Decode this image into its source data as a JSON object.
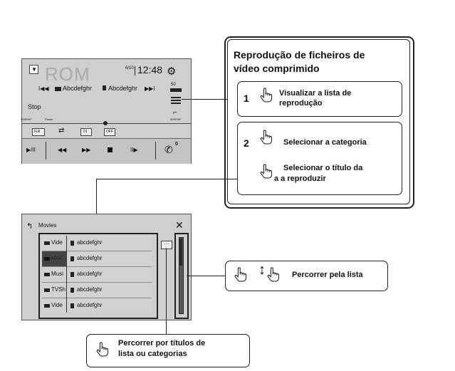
{
  "player": {
    "source_bg": "ROM",
    "track_counter": "6/10",
    "clock": "12:48",
    "track_line": "Abcdefghr",
    "track_line2": "Abcdefghr",
    "status": "Stop",
    "eq_label": "50",
    "time_left": "9999'99\"",
    "pause_label": "Pause",
    "time_right": "9999'99\"",
    "toggle_full": "Full",
    "toggle_mid": "01",
    "toggle_off": "OFF",
    "phone_badge": "0"
  },
  "list_screen": {
    "title": "Movies",
    "rows": [
      {
        "cat": "Vide",
        "item": "abcdefghr"
      },
      {
        "cat": "Mov",
        "item": "abcdefghr"
      },
      {
        "cat": "Musi",
        "item": "abcdefghr"
      },
      {
        "cat": "TVSh",
        "item": "abcdefghr"
      },
      {
        "cat": "Vide",
        "item": "abcdefghr"
      }
    ]
  },
  "guide": {
    "title_line1": "Reprodução de ficheiros de",
    "title_line2": "vídeo comprimido",
    "step1_num": "1",
    "step1_line1": "Visualizar a lista de",
    "step1_line2": "reprodução",
    "step2_num": "2",
    "step2_a": "Selecionar a categoria",
    "step2_b_line1": "Selecionar o título da",
    "step2_b_line2": "a a reproduzir"
  },
  "scroll_callout": {
    "text": "Percorrer pela lista"
  },
  "bottom_callout": {
    "line1": "Percorrer por títulos de",
    "line2": "lista ou categorias"
  }
}
